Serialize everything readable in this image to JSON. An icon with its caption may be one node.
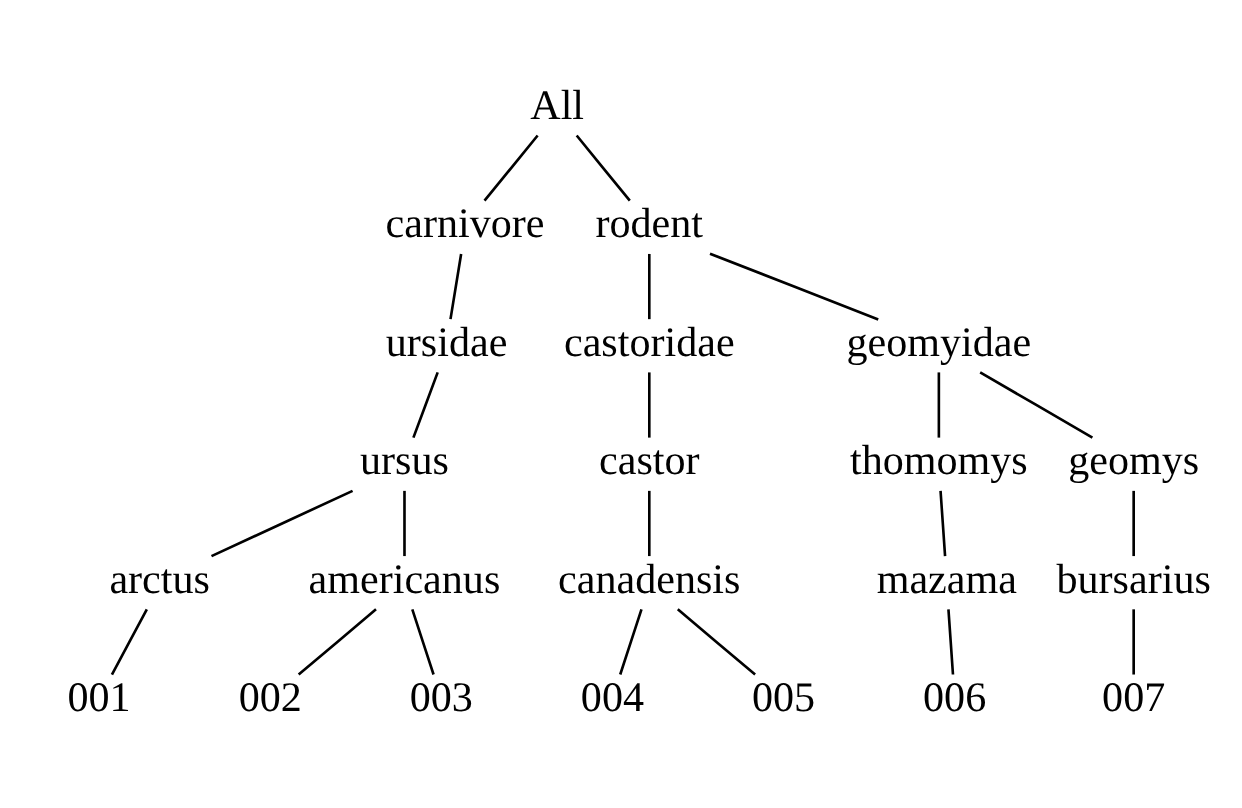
{
  "diagram": {
    "nodes": [
      {
        "text": [
          "All"
        ]
      },
      {
        "text": [
          "carnivore"
        ]
      },
      {
        "text": [
          "rodent"
        ]
      },
      {
        "text": [
          "ursidae"
        ]
      },
      {
        "text": [
          "castoridae"
        ]
      },
      {
        "text": [
          "geomyidae"
        ]
      },
      {
        "text": [
          "ursus"
        ]
      },
      {
        "text": [
          "castor"
        ]
      },
      {
        "text": [
          "thomomys"
        ]
      },
      {
        "text": [
          "geomys"
        ]
      },
      {
        "text": [
          "arctus"
        ]
      },
      {
        "text": [
          "americanus"
        ]
      },
      {
        "text": [
          "canadensis"
        ]
      },
      {
        "text": [
          "mazama"
        ]
      },
      {
        "text": [
          "bursarius"
        ]
      },
      {
        "text": [
          "001"
        ]
      },
      {
        "text": [
          "002"
        ]
      },
      {
        "text": [
          "003"
        ]
      },
      {
        "text": [
          "004"
        ]
      },
      {
        "text": [
          "005"
        ]
      },
      {
        "text": [
          "006"
        ]
      },
      {
        "text": [
          "007"
        ]
      }
    ],
    "edges": [
      {
        "from": 0,
        "to": 1,
        "arrow": "none"
      },
      {
        "from": 0,
        "to": 2,
        "arrow": "none"
      },
      {
        "from": 1,
        "to": 3,
        "arrow": "none"
      },
      {
        "from": 2,
        "to": 4,
        "arrow": "none"
      },
      {
        "from": 2,
        "to": 5,
        "arrow": "none"
      },
      {
        "from": 3,
        "to": 6,
        "arrow": "none"
      },
      {
        "from": 4,
        "to": 7,
        "arrow": "none"
      },
      {
        "from": 5,
        "to": 8,
        "arrow": "none"
      },
      {
        "from": 5,
        "to": 9,
        "arrow": "none"
      },
      {
        "from": 6,
        "to": 10,
        "arrow": "none"
      },
      {
        "from": 6,
        "to": 11,
        "arrow": "none"
      },
      {
        "from": 7,
        "to": 12,
        "arrow": "none"
      },
      {
        "from": 8,
        "to": 13,
        "arrow": "none"
      },
      {
        "from": 9,
        "to": 14,
        "arrow": "none"
      },
      {
        "from": 10,
        "to": 15,
        "arrow": "none"
      },
      {
        "from": 11,
        "to": 16,
        "arrow": "none"
      },
      {
        "from": 11,
        "to": 17,
        "arrow": "none"
      },
      {
        "from": 12,
        "to": 18,
        "arrow": "none"
      },
      {
        "from": 12,
        "to": 19,
        "arrow": "none"
      },
      {
        "from": 13,
        "to": 20,
        "arrow": "none"
      },
      {
        "from": 14,
        "to": 21,
        "arrow": "none"
      }
    ]
  }
}
